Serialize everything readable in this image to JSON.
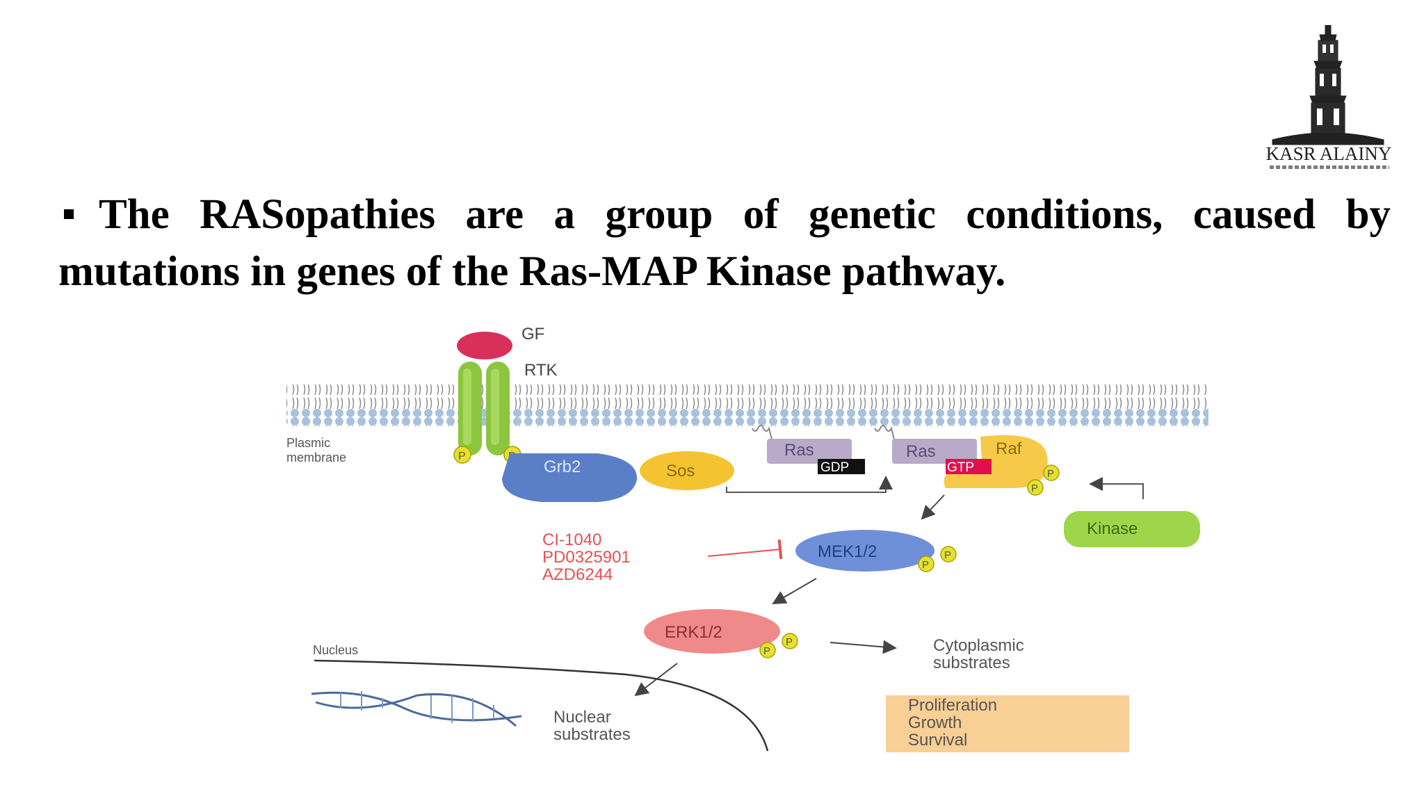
{
  "slide": {
    "logo_text": "KASR ALAINY",
    "bullet": "The RASopathies are a group of genetic conditions, caused by mutations in genes of the Ras-MAP Kinase pathway."
  },
  "diagram": {
    "gf": "GF",
    "rtk": "RTK",
    "membrane_label_1": "Plasmic",
    "membrane_label_2": "membrane",
    "grb2": "Grb2",
    "sos": "Sos",
    "ras_1": "Ras",
    "gdp": "GDP",
    "ras_2": "Ras",
    "gtp": "GTP",
    "raf": "Raf",
    "kinase": "Kinase",
    "mek": "MEK1/2",
    "inhibitors": [
      "CI-1040",
      "PD0325901",
      "AZD6244"
    ],
    "erk": "ERK1/2",
    "cyto_1": "Cytoplasmic",
    "cyto_2": "substrates",
    "nucleus": "Nucleus",
    "nuc_sub_1": "Nuclear",
    "nuc_sub_2": "substrates",
    "outcomes": [
      "Proliferation",
      "Growth",
      "Survival"
    ],
    "phospho": "P"
  },
  "colors": {
    "membrane_head": "#9ab8d8",
    "rtk_green": "#8cc63f",
    "gf_pink": "#d9305a",
    "grb2_blue": "#5b7fc7",
    "sos_yellow": "#f4c430",
    "ras_purple": "#b8aac8",
    "raf_yellow": "#f7c948",
    "mek_blue": "#6f8fd8",
    "erk_red": "#f08a8a",
    "kinase_green": "#9dd64a",
    "inhibitor_red": "#e85050",
    "outcome_bg": "#f8cf94"
  }
}
